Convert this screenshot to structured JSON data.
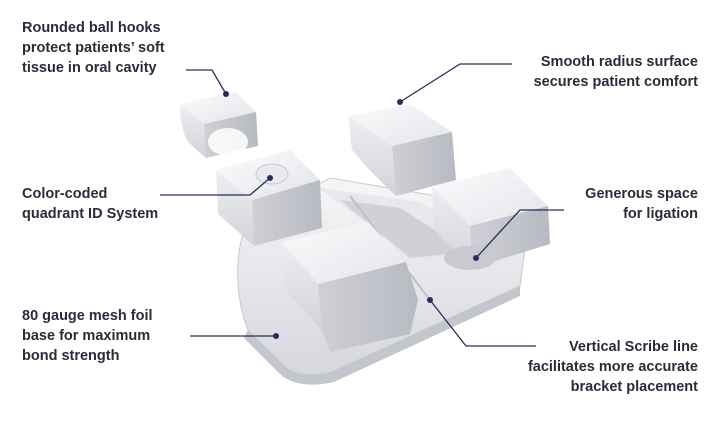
{
  "callouts": {
    "ball_hooks": "Rounded ball hooks\nprotect patients’ soft\ntissue in oral cavity",
    "radius_surface": "Smooth radius surface\nsecures patient comfort",
    "quadrant_id": "Color-coded\nquadrant ID System",
    "ligation_space": "Generous space\nfor ligation",
    "mesh_base": "80 gauge mesh foil\nbase for maximum\nbond strength",
    "scribe_line": "Vertical Scribe line\nfacilitates more accurate\nbracket placement"
  },
  "colors": {
    "text": "#2b2b3a",
    "leader_line": "#2a2d5c",
    "bracket_light": "#f4f4f6",
    "bracket_mid": "#dcdde2",
    "bracket_dark": "#b9bbc3"
  },
  "icons": {
    "callout_dot": "filled-circle"
  }
}
